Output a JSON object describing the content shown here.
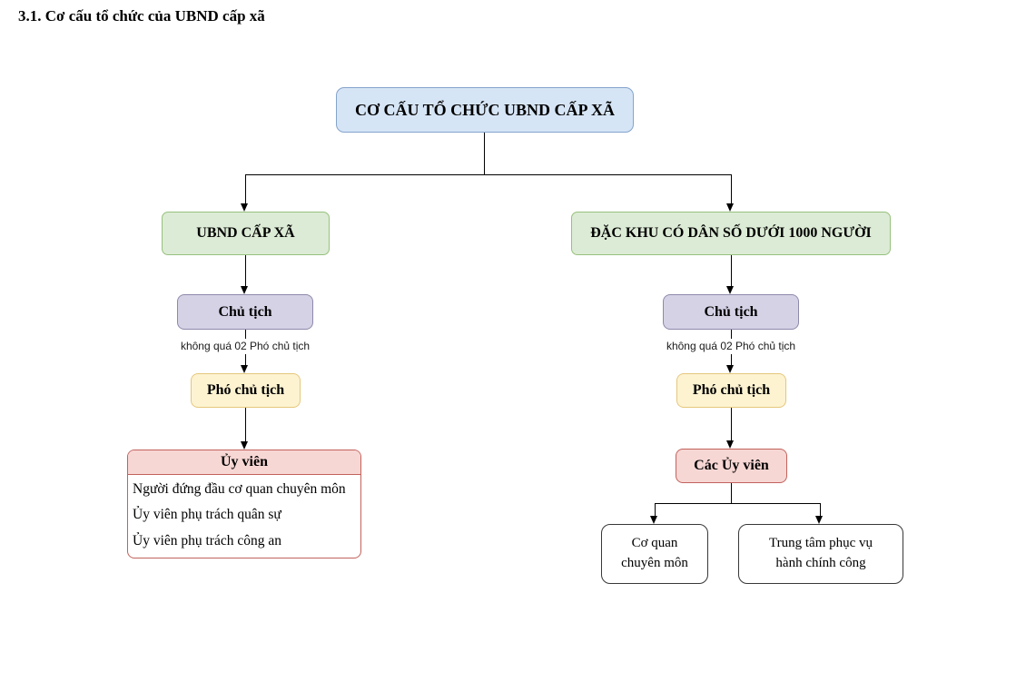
{
  "heading": "3.1. Cơ cấu tổ chức của UBND cấp xã",
  "colors": {
    "blue_fill": "#d6e5f6",
    "blue_border": "#84a3cc",
    "green_fill": "#dcebd5",
    "green_border": "#97c17e",
    "purple_fill": "#d5d2e6",
    "purple_border": "#8d89ab",
    "yellow_fill": "#fdf3d1",
    "yellow_border": "#e5c77d",
    "red_fill": "#f7d7d4",
    "red_border": "#c2625c",
    "white_fill": "#ffffff",
    "white_border": "#383838",
    "line": "#000000"
  },
  "diagram": {
    "root_label": "CƠ CẤU TỔ CHỨC UBND CẤP XÃ",
    "left": {
      "header": "UBND CẤP XÃ",
      "chairman": "Chủ tịch",
      "edge_note": "không quá 02 Phó chủ tịch",
      "vice_chairman": "Phó chủ tịch",
      "members_header": "Ủy viên",
      "members": [
        "Người đứng đầu cơ quan chuyên môn",
        "Ủy viên phụ trách quân sự",
        "Ủy viên phụ trách công an"
      ]
    },
    "right": {
      "header": "ĐẶC KHU CÓ DÂN SỐ DƯỚI 1000 NGƯỜI",
      "chairman": "Chủ tịch",
      "edge_note": "không quá 02 Phó chủ tịch",
      "vice_chairman": "Phó chủ tịch",
      "members": "Các Ủy viên",
      "children": [
        "Cơ quan\nchuyên môn",
        "Trung tâm phục vụ\nhành chính công"
      ]
    }
  }
}
